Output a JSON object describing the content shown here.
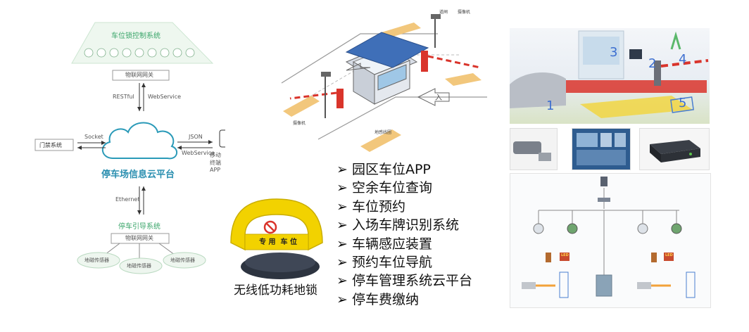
{
  "left_diagram": {
    "lock_system": "车位锁控制系统",
    "iot_gateway_top": "物联网网关",
    "proto_restful": "RESTful",
    "proto_webservice_1": "WebService",
    "access_system": "门禁系统",
    "proto_socket": "Socket",
    "proto_json": "JSON",
    "proto_webservice_2": "WebService",
    "mobile_app": "移动终端APP",
    "cloud_platform": "停车场信息云平台",
    "proto_ethernet": "Ethernet",
    "guidance_system": "停车引导系统",
    "iot_gateway_bottom": "物联网网关",
    "geo_sensor_1": "地磁传感器",
    "geo_sensor_2": "地磁传感器",
    "geo_sensor_3": "地磁传感器"
  },
  "middle_diagram": {
    "barrier_label": "道闸",
    "camera_label_top": "摄像机",
    "camera_label_bottom": "摄像机",
    "entry_label": "入",
    "coil_label": "地感线圈"
  },
  "lock_caption": "无线低功耗地锁",
  "lock_plate": "专 用  车 位",
  "features": [
    "➢ 园区车位APP",
    "➢ 空余车位查询",
    "➢ 车位预约",
    "➢ 入场车牌识别系统",
    "➢ 车辆感应装置",
    "➢ 预约车位导航",
    "➢ 停车管理系统云平台",
    "➢ 停车费缴纳"
  ],
  "right_photo": {
    "n1": "1",
    "n2": "2",
    "n3": "3",
    "n4": "4",
    "n5": "5",
    "led": "LED"
  },
  "colors": {
    "accent_green": "#3aa56a",
    "lock_yellow": "#f2d200",
    "barrier_red": "#d9342b"
  }
}
